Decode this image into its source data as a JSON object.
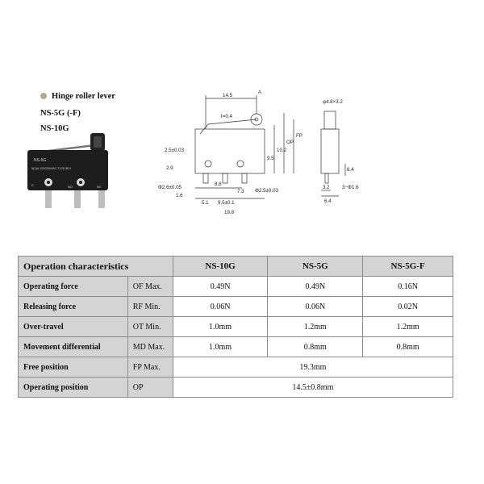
{
  "headings": {
    "line1": "Hinge roller lever",
    "line2": "NS-5G (-F)",
    "line3": "NS-10G"
  },
  "switch_body": {
    "model": "NS-5G",
    "rating": "5(2)A 125/250VAC T125 5E4",
    "terminal_c": "C",
    "terminal_no": "NO",
    "terminal_nc": "NC"
  },
  "dimensions": {
    "d14_5": "14.5",
    "label_a": "A",
    "t": "t=0.4",
    "d2_5": "2.5±0.03",
    "d2_9": "2.9",
    "d9_5": "9.5",
    "d10_2": "10.2",
    "op": "OP",
    "fp": "FP",
    "phi2_6": "Φ2.6±0.05",
    "d1_6": "1.6",
    "d8_8": "8.8",
    "d7_3": "7.3",
    "phi2_5": "Φ2.5±0.03",
    "d5_1": "5.1",
    "d9_5_tol": "9.5±0.1",
    "d19_8": "19.8",
    "phi4_8": "φ4.8×3.2",
    "d6_4a": "6.4",
    "d3_2": "3.2",
    "phi1_6": "3−Φ1.6",
    "d6_4b": "6.4"
  },
  "table": {
    "header": {
      "title": "Operation characteristics",
      "col1": "NS-10G",
      "col2": "NS-5G",
      "col3": "NS-5G-F"
    },
    "rows": [
      {
        "label": "Operating force",
        "symbol": "OF Max.",
        "v1": "0.49N",
        "v2": "0.49N",
        "v3": "0.16N"
      },
      {
        "label": "Releasing force",
        "symbol": "RF Min.",
        "v1": "0.06N",
        "v2": "0.06N",
        "v3": "0.02N"
      },
      {
        "label": "Over-travel",
        "symbol": "OT Min.",
        "v1": "1.0mm",
        "v2": "1.2mm",
        "v3": "1.2mm"
      },
      {
        "label": "Movement differential",
        "symbol": "MD Max.",
        "v1": "1.0mm",
        "v2": "0.8mm",
        "v3": "0.8mm"
      },
      {
        "label": "Free position",
        "symbol": "FP Max.",
        "merged": "19.3mm"
      },
      {
        "label": "Operating position",
        "symbol": "OP",
        "merged": "14.5±0.8mm"
      }
    ]
  }
}
